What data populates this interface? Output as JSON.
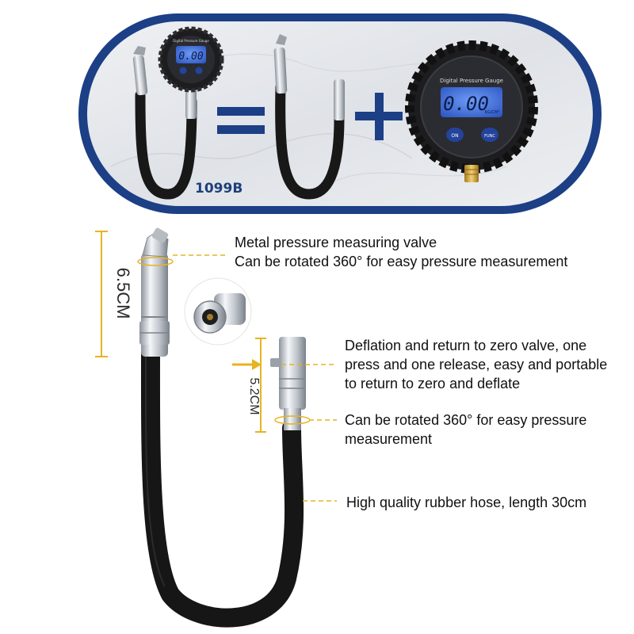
{
  "colors": {
    "frame_blue": "#1c3f86",
    "marble": "#e6e8ec",
    "hose": "#1a1a1a",
    "chrome": "#c9cdd2",
    "lcd": "#3f6fd8",
    "accent": "#e8b320"
  },
  "top_panel": {
    "model": "1099B",
    "equals_symbol": "=",
    "plus_symbol": "+",
    "gauge_title": "Digital Pressure Gauge",
    "gauge_reading": "0.00",
    "gauge_unit": "KG/CM²",
    "btn_on": "ON",
    "btn_func": "FUNC"
  },
  "dimensions": {
    "valve_length": "6.5CM",
    "deflate_length": "5.2CM"
  },
  "callouts": {
    "valve": [
      "Metal pressure measuring valve",
      "Can be rotated 360° for easy pressure measurement"
    ],
    "deflation": [
      "Deflation and return to zero valve, one",
      "press and one release, easy and portable",
      "to return to zero and deflate"
    ],
    "rotate": [
      "Can be rotated 360° for easy pressure",
      "measurement"
    ],
    "hose": [
      "High quality rubber hose, length 30cm"
    ]
  }
}
